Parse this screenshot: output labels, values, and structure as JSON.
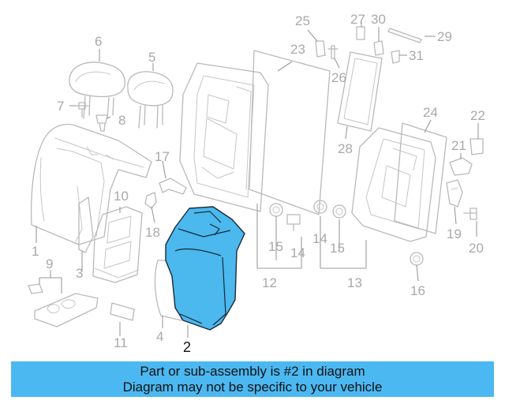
{
  "callouts": {
    "c1": "1",
    "c2": "2",
    "c3": "3",
    "c4": "4",
    "c5": "5",
    "c6": "6",
    "c7": "7",
    "c8": "8",
    "c9": "9",
    "c10": "10",
    "c11": "11",
    "c12": "12",
    "c13": "13",
    "c14a": "14",
    "c14b": "14",
    "c15a": "15",
    "c15b": "15",
    "c16": "16",
    "c17": "17",
    "c18": "18",
    "c19": "19",
    "c20": "20",
    "c21": "21",
    "c22": "22",
    "c23": "23",
    "c24": "24",
    "c25": "25",
    "c26": "26",
    "c27": "27",
    "c28": "28",
    "c29": "29",
    "c30": "30",
    "c31": "31"
  },
  "highlight": {
    "color": "#4bb8ee"
  },
  "banner": {
    "line1": "Part or sub-assembly is #2 in diagram",
    "line2": "Diagram may not be specific to your vehicle",
    "color": "#4bb8f1"
  }
}
